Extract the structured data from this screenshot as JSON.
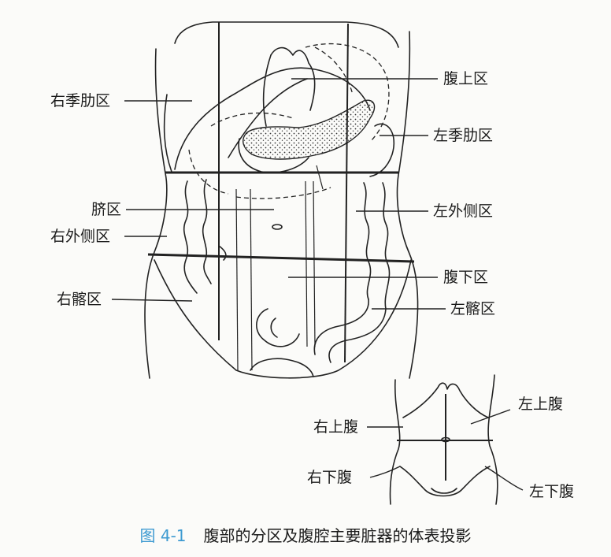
{
  "main_figure": {
    "labels": {
      "epigastric": "腹上区",
      "right_hypochondriac": "右季肋区",
      "left_hypochondriac": "左季肋区",
      "umbilical": "脐区",
      "left_lateral": "左外侧区",
      "right_lateral": "右外侧区",
      "hypogastric": "腹下区",
      "right_iliac": "右髂区",
      "left_iliac": "左髂区"
    }
  },
  "quadrant_figure": {
    "labels": {
      "right_upper": "右上腹",
      "left_upper": "左上腹",
      "right_lower": "右下腹",
      "left_lower": "左下腹"
    }
  },
  "caption": {
    "number": "图 4-1",
    "title": "腹部的分区及腹腔主要脏器的体表投影"
  },
  "colors": {
    "caption_number": "#3d9ad1",
    "ink": "#222222"
  }
}
